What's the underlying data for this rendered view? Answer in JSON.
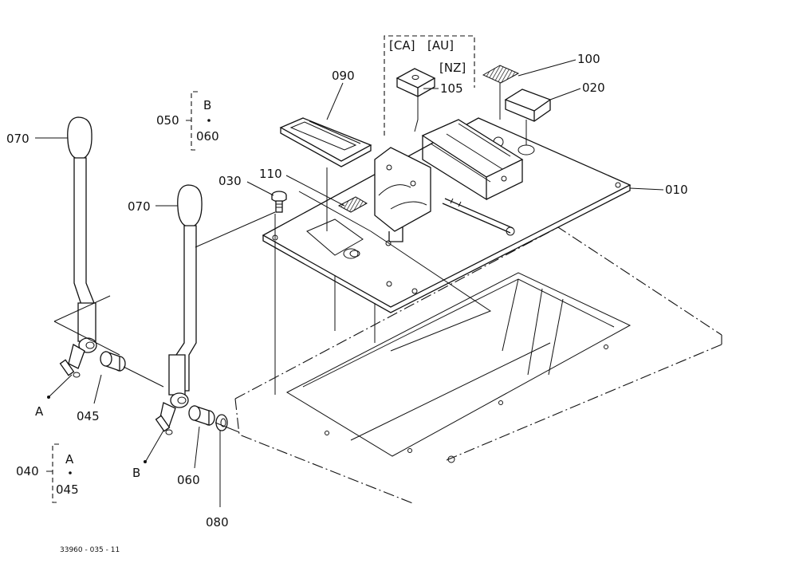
{
  "diagram": {
    "labels": {
      "p010": "010",
      "p020": "020",
      "p030": "030",
      "p045": "045",
      "p060": "060",
      "p070a": "070",
      "p070b": "070",
      "p080": "080",
      "p090": "090",
      "p100": "100",
      "p105": "105",
      "p110": "110",
      "refA1": "A",
      "refB1": "B",
      "g050": "050",
      "g050_B": "B",
      "g050_060": "060",
      "g040": "040",
      "g040_A": "A",
      "g040_045": "045",
      "region_ca": "[CA]",
      "region_au": "[AU]",
      "region_nz": "[NZ]"
    },
    "figure_code": "33960 - 035 - 11"
  }
}
